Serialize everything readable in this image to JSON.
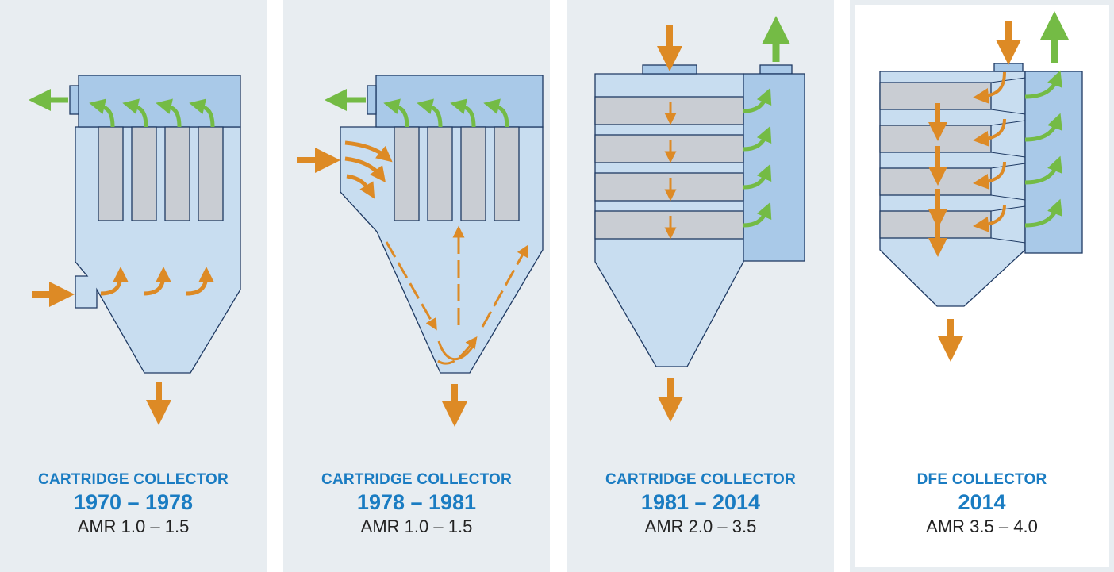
{
  "colors": {
    "panel_bg": "#e8edf1",
    "body_fill": "#c8ddf0",
    "plenum_fill": "#a9c9e8",
    "outline": "#1f3a63",
    "cartridge_fill": "#c9cdd3",
    "dirty_air": "#dd8a25",
    "clean_air": "#74bb45",
    "caption_blue": "#1a7cc2"
  },
  "icons": {
    "dirty_air": "orange-arrow-icon",
    "clean_air": "green-arrow-icon"
  },
  "panels": [
    {
      "name": "CARTRIDGE COLLECTOR",
      "years": "1970 – 1978",
      "amr": "AMR 1.0 – 1.5"
    },
    {
      "name": "CARTRIDGE COLLECTOR",
      "years": "1978 – 1981",
      "amr": "AMR 1.0 – 1.5"
    },
    {
      "name": "CARTRIDGE COLLECTOR",
      "years": "1981 – 2014",
      "amr": "AMR 2.0 – 3.5"
    },
    {
      "name": "DFE COLLECTOR",
      "years": "2014",
      "amr": "AMR 3.5 – 4.0"
    }
  ]
}
